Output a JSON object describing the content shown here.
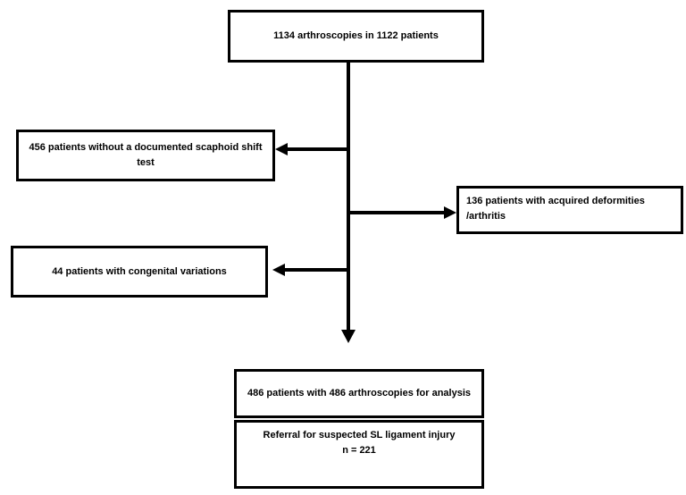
{
  "diagram": {
    "type": "flowchart",
    "colors": {
      "background": "#ffffff",
      "line": "#000000",
      "text": "#000000"
    },
    "nodes": {
      "total": {
        "text": "1134 arthroscopies in 1122 patients"
      },
      "excluded_no_shift_test": {
        "text": "456 patients without a documented scaphoid shift test"
      },
      "excluded_acquired": {
        "text": "136 patients with acquired deformities /arthritis"
      },
      "excluded_congenital": {
        "text": "44 patients with congenital variations"
      },
      "analysis": {
        "text": "486 patients with 486 arthroscopies for analysis"
      },
      "referral": {
        "line1": "Referral for suspected SL ligament injury",
        "line2": "n = 221"
      }
    },
    "connections": [
      "total -> excluded_no_shift_test",
      "total -> excluded_acquired",
      "total -> excluded_congenital",
      "total -> analysis"
    ]
  }
}
